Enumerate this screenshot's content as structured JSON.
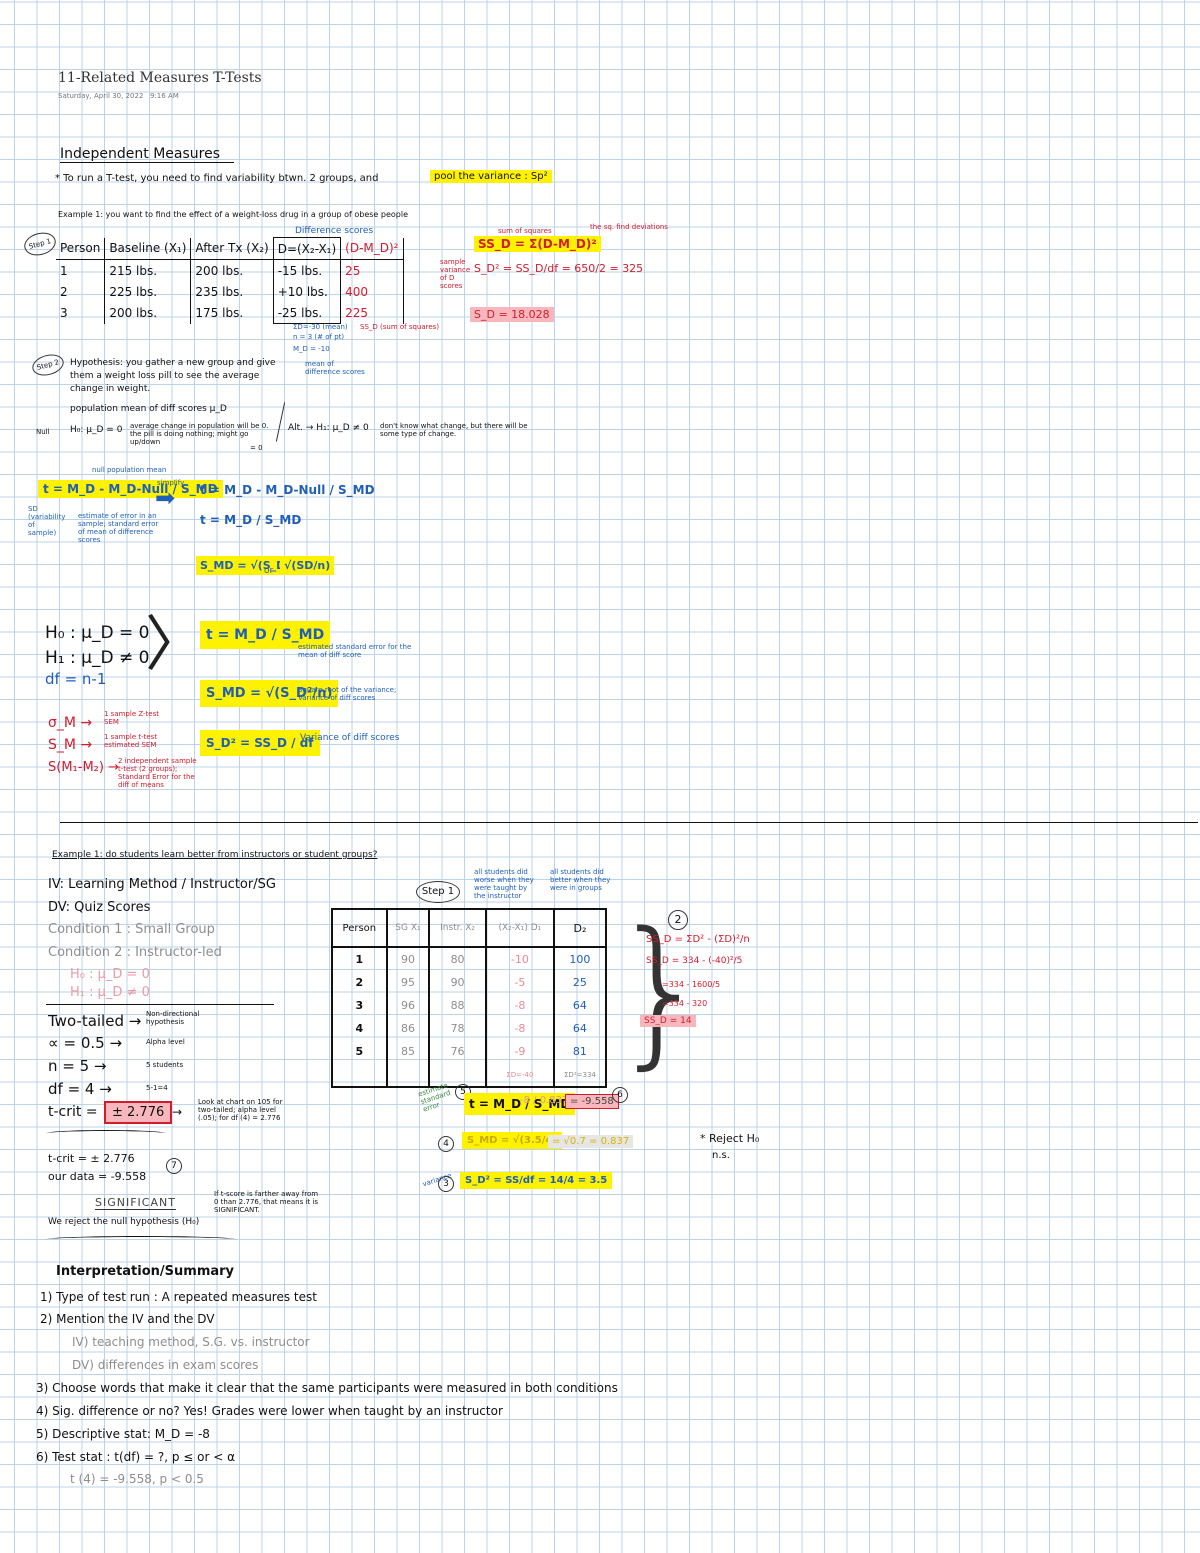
{
  "page": {
    "title": "11-Related Measures T-Tests",
    "date": "Saturday, April 30, 2022",
    "time": "9:16 AM"
  },
  "independent": {
    "heading": "Independent Measures",
    "intro": "* To run a T-test, you need to find variability btwn. 2 groups, and",
    "intro_hl": "pool the variance : Sp²",
    "example": "Example 1: you want to find the effect of a weight-loss drug in a group of obese people",
    "step1": "Step 1",
    "table_headers": [
      "Person",
      "Baseline (X₁)",
      "After Tx (X₂)",
      "D=(X₂-X₁)",
      "(D-M_D)²"
    ],
    "rows": [
      [
        "1",
        "215 lbs.",
        "200 lbs.",
        "-15 lbs.",
        "25"
      ],
      [
        "2",
        "225 lbs.",
        "235 lbs.",
        "+10 lbs.",
        "400"
      ],
      [
        "3",
        "200 lbs.",
        "175 lbs.",
        "-25 lbs.",
        "225"
      ]
    ],
    "diff_note": "Difference scores",
    "sum_notes": [
      "ΣD=-30 (mean)",
      "n = 3 (# of pt)",
      "M_D = -10"
    ],
    "mean_note": "mean of difference scores",
    "ss_note": "SS_D (sum of squares)",
    "ss_label": "sum of squares",
    "dev_note": "the sq. find deviations",
    "ss_formula": "SS_D = Σ(D-M_D)²",
    "var_formula": "S_D² = SS_D/df = 650/2 = 325",
    "var_side": "sample variance of D scores",
    "sd_formula": "S_D = 18.028",
    "step2": "Step 2",
    "hypothesis": "Hypothesis: you gather a new group and give them a weight loss pill to see the average change in weight.",
    "pop_mean": "population mean of diff scores μ_D",
    "null_label": "Null",
    "null": "H₀: μ_D = 0",
    "null_note": "average change in population will be 0. the pill is doing nothing; might go up/down",
    "null_note2": "= 0",
    "alt": "Alt. → H₁: μ_D ≠ 0",
    "alt_note": "don't know what change, but there will be some type of change.",
    "t_formula": "t = M_D - M_D-Null / S_MD",
    "t_null_note": "null population mean",
    "t_left_note": "SD (variability of sample)",
    "t_under_note": "estimate of error in an sample; standard error of mean of difference scores",
    "simplify": "simplify",
    "t_formula2": "t = M_D - M_D-Null / S_MD",
    "t_formula3": "t = M_D / S_MD",
    "smd_formula": "S_MD = √(S_D²/n)",
    "or": "or",
    "sd_alt": "√(SD/n)"
  },
  "summary": {
    "h0": "H₀ : μ_D = 0",
    "h1": "H₁ : μ_D ≠ 0",
    "df": "df = n-1",
    "t_box": "t = M_D / S_MD",
    "t_box_note": "estimated standard error for the mean of diff score",
    "smd_box": "S_MD = √(S_D²/n)",
    "smd_note": "Square root of the variance; Variance of diff scores",
    "var_box": "S_D² = SS_D / df",
    "var_note": "Variance of diff scores",
    "sigma_m": "σ_M →",
    "sigma_m_note": "1 sample Z-test SEM",
    "s_m": "S_M →",
    "s_m_note": "1 sample t-test estimated SEM",
    "s_m1m2": "S(M₁-M₂) →",
    "s_m1m2_note": "2 independent sample t-test (2 groups); Standard Error for the diff of means"
  },
  "example2": {
    "title": "Example 1: do students learn better from instructors or student groups?",
    "iv": "IV: Learning Method / Instructor/SG",
    "dv": "DV: Quiz Scores",
    "cond1": "Condition 1 : Small Group",
    "cond2": "Condition 2 : Instructor-led",
    "h0": "H₀ : μ_D = 0",
    "h1": "H₁ : μ_D ≠ 0",
    "note_a": "all students did worse when they were taught by the instructor",
    "note_b": "all students did better when they were in groups",
    "step1": "Step 1",
    "headers": [
      "Person",
      "SG X₁",
      "Instr. X₂",
      "(X₂-X₁) D₁",
      "D₂"
    ],
    "rows": [
      [
        "1",
        "90",
        "80",
        "-10",
        "100"
      ],
      [
        "2",
        "95",
        "90",
        "-5",
        "25"
      ],
      [
        "3",
        "96",
        "88",
        "-8",
        "64"
      ],
      [
        "4",
        "86",
        "78",
        "-8",
        "64"
      ],
      [
        "5",
        "85",
        "76",
        "-9",
        "81"
      ]
    ],
    "sum_d": "ΣD=-40",
    "sum_d2": "ΣD²=334",
    "two_tailed": "Two-tailed →",
    "two_tailed_note": "Non-directional hypothesis",
    "alpha": "∝ = 0.5 →",
    "alpha_note": "Alpha level",
    "n": "n = 5 →",
    "n_note": "5 students",
    "df": "df = 4 →",
    "df_note": "5-1=4",
    "tcrit": "t-crit =",
    "tcrit_val": "± 2.776",
    "tcrit_note": "Look at chart on 105 for two-tailed; alpha level (.05); for df (4) = 2.776",
    "tcrit2": "t-crit = ± 2.776",
    "ourdata": "our data = -9.558",
    "significant": "SIGNIFICANT",
    "sig_note": "If t-score is farther away from 0 than 2.776, that means it is SIGNIFICANT.",
    "reject": "We reject the null hypothesis (H₀)",
    "ss_calc": "SS_D = ΣD² - (ΣD)²/n",
    "ss_calc2": "SS_D = 334 - (-40)²/5",
    "ss_calc3": "=334 - 1600/5",
    "ss_calc4": "=334 - 320",
    "ss_result": "SS_D = 14",
    "t_calc": "t = M_D / S_MD",
    "t_val": "-8 / 0.837",
    "t_result": "= -9.558",
    "smd_calc": "S_MD = √(3.5/4)",
    "smd_calc2": "= √0.7 = 0.837",
    "var_calc": "S_D² = SS/df = 14/4 = 3.5",
    "reject_h0": "* Reject H₀",
    "ns": "n.s.",
    "note_estimated": "estimate standard error",
    "note_variance": "variance"
  },
  "interpretation": {
    "heading": "Interpretation/Summary",
    "items": [
      "1) Type of test run : A repeated measures test",
      "2) Mention the IV and the DV",
      "IV) teaching method, S.G. vs. instructor",
      "DV) differences in exam scores",
      "3) Choose words that make it clear that the same participants were measured in both conditions",
      "4) Sig. difference or no? Yes! Grades were lower when taught by an instructor",
      "5) Descriptive stat: M_D = -8",
      "6) Test stat : t(df) = ?, p ≤ or < α",
      "t (4) = -9.558, p < 0.5"
    ]
  }
}
